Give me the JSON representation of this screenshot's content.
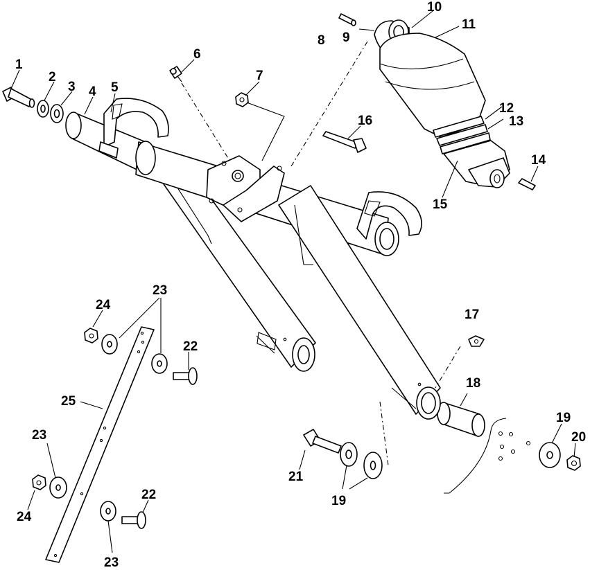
{
  "callouts": {
    "c1": "1",
    "c2": "2",
    "c3": "3",
    "c4": "4",
    "c5": "5",
    "c6": "6",
    "c7": "7",
    "c8": "8",
    "c9": "9",
    "c10": "10",
    "c11": "11",
    "c12": "12",
    "c13": "13",
    "c14": "14",
    "c15": "15",
    "c16": "16",
    "c17": "17",
    "c18": "18",
    "c19a": "19",
    "c19b": "19",
    "c20": "20",
    "c21": "21",
    "c22a": "22",
    "c22b": "22",
    "c23a": "23",
    "c23b": "23",
    "c23c": "23",
    "c24a": "24",
    "c24b": "24",
    "c25": "25"
  }
}
